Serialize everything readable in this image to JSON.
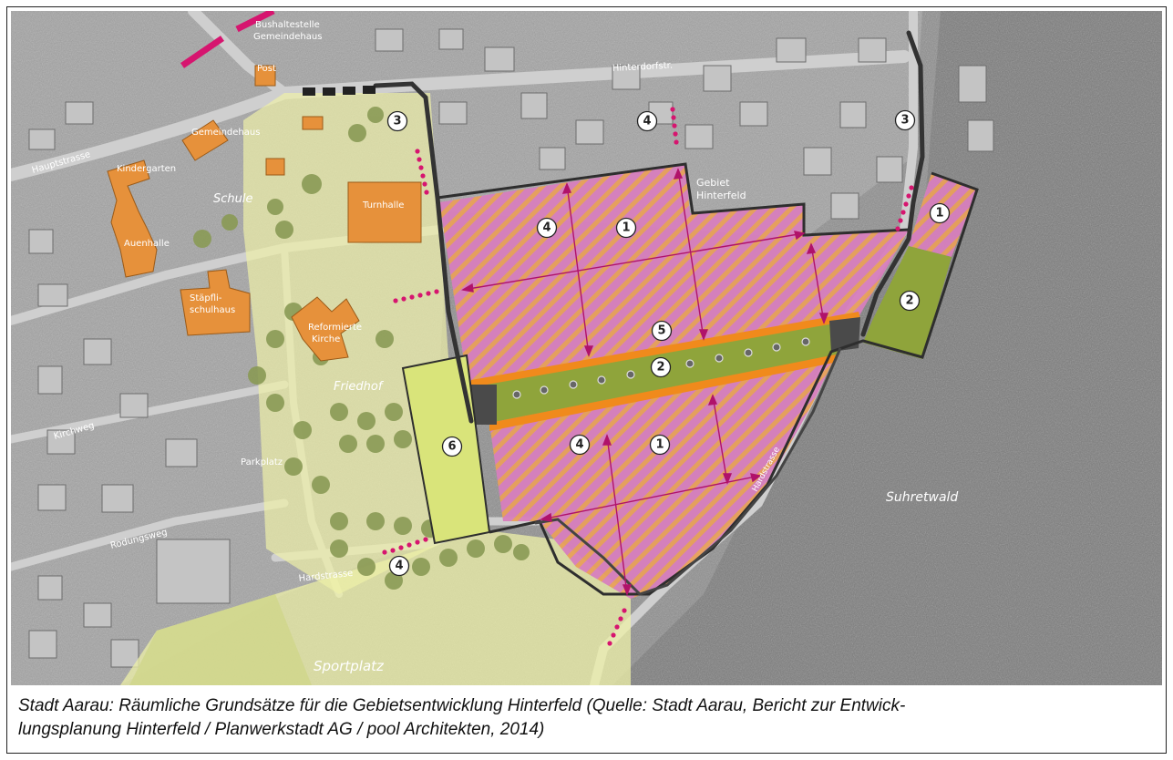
{
  "map": {
    "labels": {
      "bus_stop_line1": "Bushaltestelle",
      "bus_stop_line2": "Gemeindehaus",
      "post": "Post",
      "hinterdorfstr": "Hinterdorfstr.",
      "gemeindehaus": "Gemeindehaus",
      "hauptstrasse": "Hauptstrasse",
      "kindergarten": "Kindergarten",
      "schule": "Schule",
      "turnhalle": "Turnhalle",
      "auenhalle": "Auenhalle",
      "staepfli_line1": "Stäpfli-",
      "staepfli_line2": "schulhaus",
      "reformierte_line1": "Reformierte",
      "reformierte_line2": "Kirche",
      "gebiet_line1": "Gebiet",
      "gebiet_line2": "Hinterfeld",
      "friedhof": "Friedhof",
      "kirchweg": "Kirchweg",
      "parkplatz": "Parkplatz",
      "rodungsweg": "Rodungsweg",
      "hardstrasse_left": "Hardstrasse",
      "hardstrasse_right": "Hardstrasse",
      "suhretwald": "Suhretwald",
      "sportplatz": "Sportplatz"
    },
    "markers": [
      {
        "id": "m3-left",
        "num": "3"
      },
      {
        "id": "m4-top",
        "num": "4"
      },
      {
        "id": "m3-right",
        "num": "3"
      },
      {
        "id": "m1-right",
        "num": "1"
      },
      {
        "id": "m4-north",
        "num": "4"
      },
      {
        "id": "m1-north",
        "num": "1"
      },
      {
        "id": "m2-right",
        "num": "2"
      },
      {
        "id": "m5",
        "num": "5"
      },
      {
        "id": "m2-center",
        "num": "2"
      },
      {
        "id": "m6",
        "num": "6"
      },
      {
        "id": "m4-south",
        "num": "4"
      },
      {
        "id": "m1-south",
        "num": "1"
      },
      {
        "id": "m4-bottom",
        "num": "4"
      }
    ],
    "colors": {
      "hatch_pink": "#d77fbd",
      "hatch_orange": "#e8903a",
      "green_strip": "#8fa43b",
      "orange_band": "#f08a1c",
      "building_orange": "#e6913b",
      "pale_yellow": "#eef0a8",
      "lime_block": "#d9e47a",
      "magenta_dots": "#d6156f",
      "boundary": "#2e2e2e"
    }
  },
  "caption": {
    "line1": "Stadt Aarau: Räumliche Grundsätze für die Gebietsentwicklung Hinterfeld (Quelle: Stadt Aarau, Bericht zur Entwick-",
    "line2": "lungsplanung Hinterfeld / Planwerkstadt AG / pool Architekten, 2014)"
  }
}
